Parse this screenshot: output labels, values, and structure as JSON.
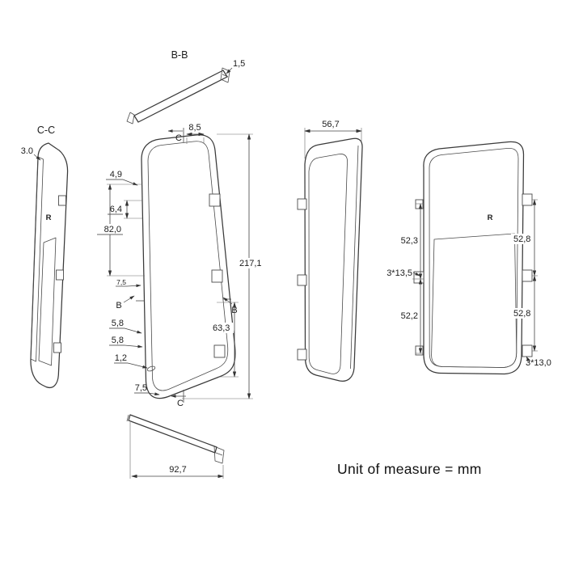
{
  "note": "Unit of measure = mm",
  "views": {
    "section_bb": {
      "label": "B-B",
      "thickness": "1,5"
    },
    "section_cc": {
      "label": "C-C",
      "wall": "3.0",
      "marking": "R"
    },
    "front": {
      "dim_top": "8,5",
      "mark_c_top": "C",
      "mark_c_bottom": "C",
      "mark_b_left": "B",
      "mark_b_right": "B",
      "dim_49": "4,9",
      "dim_64": "6,4",
      "dim_82": "82,0",
      "dim_75_mid": "7,5",
      "dim_58_a": "5,8",
      "dim_58_b": "5,8",
      "dim_12": "1,2",
      "dim_75_bottom": "7,5",
      "dim_height": "217,1",
      "dim_633": "63,3"
    },
    "side": {
      "width": "56,7"
    },
    "rear": {
      "marking": "R",
      "dim_left_top": "52,3",
      "dim_left_mid": "3*13,5",
      "dim_left_bottom": "52,2",
      "dim_right_top": "52,8",
      "dim_right_bottom": "52,8",
      "dim_right_holes": "3*13,0"
    },
    "bottom": {
      "length": "92,7"
    }
  }
}
